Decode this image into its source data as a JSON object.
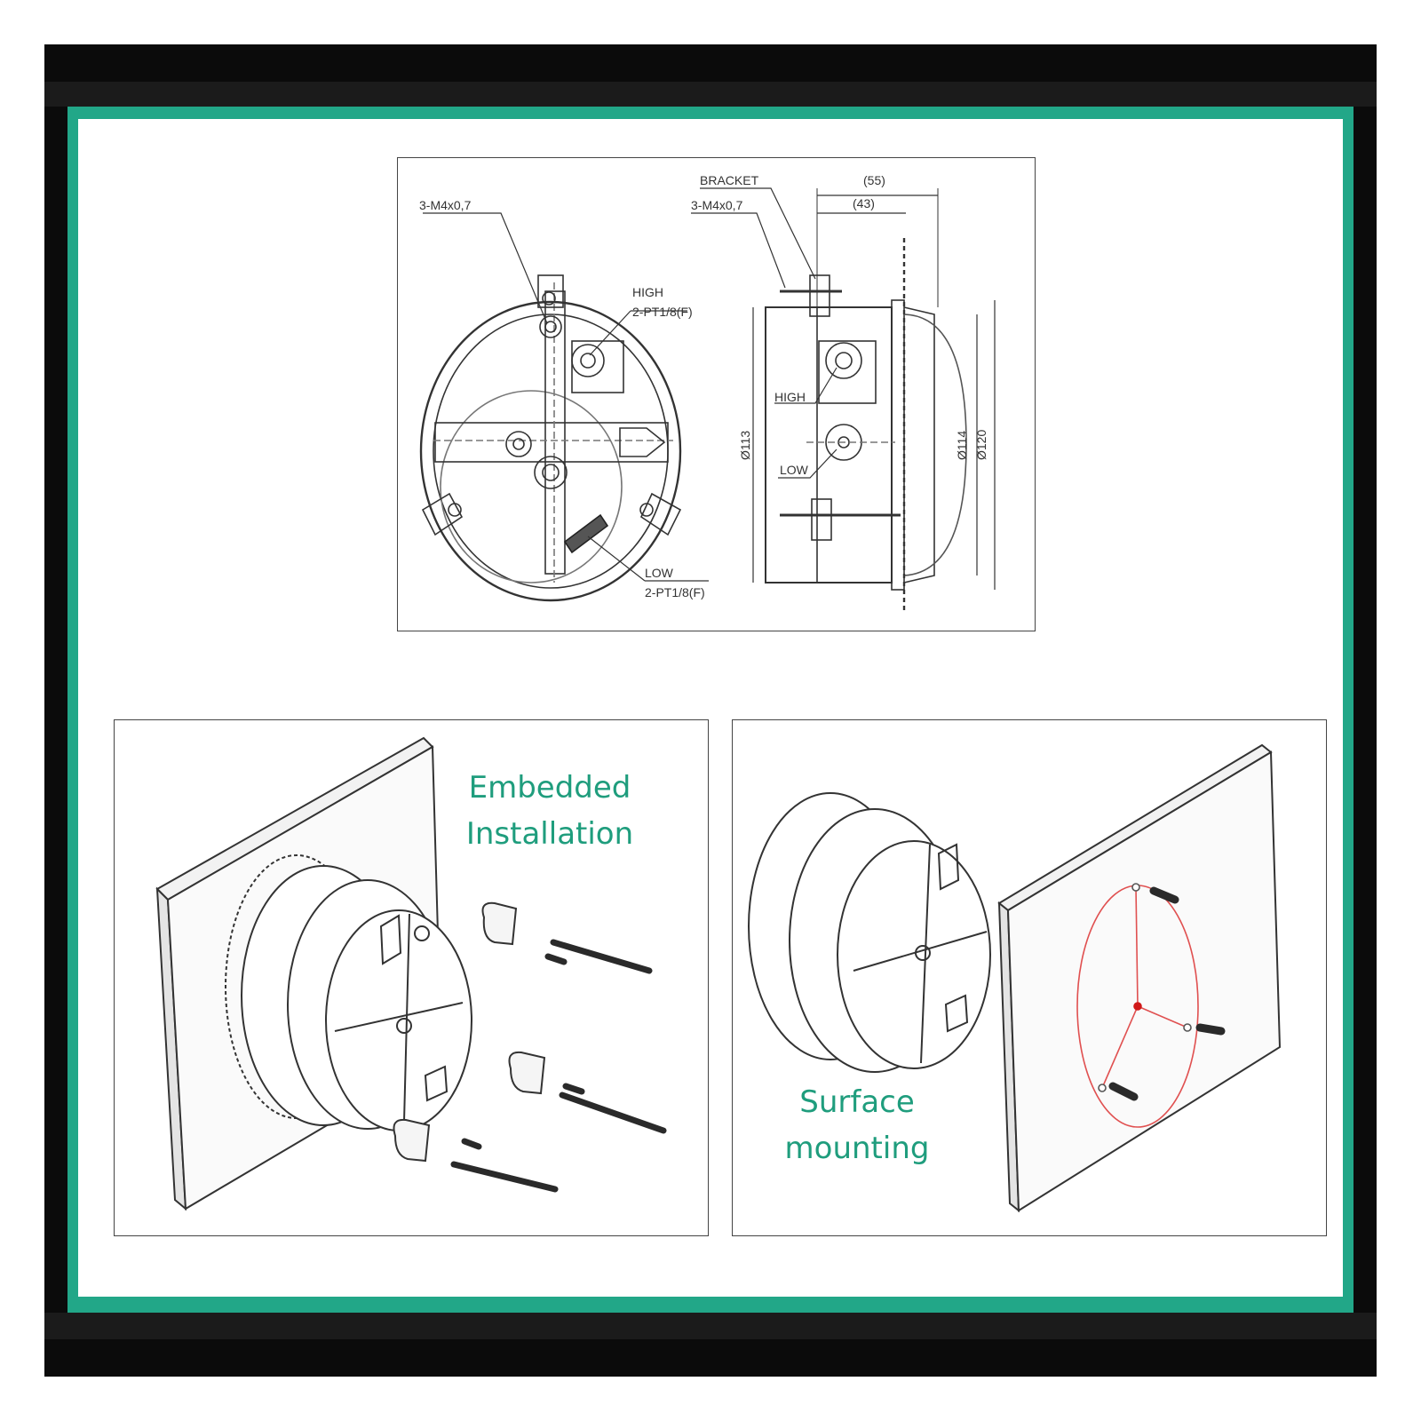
{
  "colors": {
    "frame": "#22a788",
    "caption": "#1f9d7d",
    "outline": "#444444",
    "mount_circle": "#e05050"
  },
  "technical_drawing": {
    "front_view": {
      "screw_callout": "3-M4x0,7",
      "high_port_name": "HIGH",
      "high_port_thread": "2-PT1/8(F)",
      "low_port_name": "LOW",
      "low_port_thread": "2-PT1/8(F)"
    },
    "side_view": {
      "bracket": "BRACKET",
      "screw_callout": "3-M4x0,7",
      "depth_overall": "(55)",
      "depth_body": "(43)",
      "high": "HIGH",
      "low": "LOW",
      "dia_body": "Ø113",
      "dia_bezel": "Ø114",
      "dia_flange": "Ø120"
    }
  },
  "embedded": {
    "caption_line1": "Embedded",
    "caption_line2": "Installation"
  },
  "surface": {
    "caption_line1": "Surface",
    "caption_line2": "mounting"
  }
}
